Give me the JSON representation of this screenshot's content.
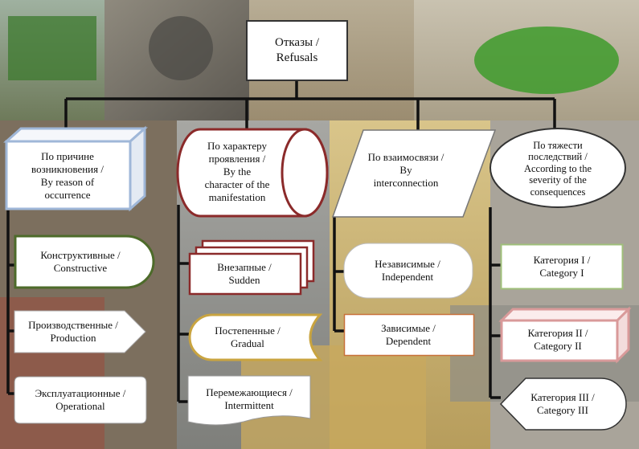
{
  "root": {
    "line1": "Отказы /",
    "line2": "Refusals"
  },
  "categories": [
    {
      "id": "cause",
      "lines": [
        "По причине",
        "возникновения /",
        "By reason of",
        "occurrence"
      ],
      "items": [
        {
          "lines": [
            "Конструктивные /",
            "Constructive"
          ]
        },
        {
          "lines": [
            "Производственные /",
            "Production"
          ]
        },
        {
          "lines": [
            "Эксплуатационные /",
            "Operational"
          ]
        }
      ]
    },
    {
      "id": "character",
      "lines": [
        "По характеру",
        "проявления /",
        "By the",
        "character of the",
        "manifestation"
      ],
      "items": [
        {
          "lines": [
            "Внезапные /",
            "Sudden"
          ]
        },
        {
          "lines": [
            "Постепенные /",
            "Gradual"
          ]
        },
        {
          "lines": [
            "Перемежающиеся /",
            "Intermittent"
          ]
        }
      ]
    },
    {
      "id": "interconnection",
      "lines": [
        "По взаимосвязи /",
        "By",
        "interconnection"
      ],
      "items": [
        {
          "lines": [
            "Независимые /",
            "Independent"
          ]
        },
        {
          "lines": [
            "Зависимые /",
            "Dependent"
          ]
        }
      ]
    },
    {
      "id": "severity",
      "lines": [
        "По тяжести",
        "последствий /",
        "According to the",
        "severity of the",
        "consequences"
      ],
      "items": [
        {
          "lines": [
            "Категория I /",
            "Category I"
          ]
        },
        {
          "lines": [
            "Категория II /",
            "Category II"
          ]
        },
        {
          "lines": [
            "Категория III /",
            "Category III"
          ]
        }
      ]
    }
  ],
  "colors": {
    "connector": "#111111",
    "cube_border": "#9fb7d8",
    "cylinder_border": "#8b2a2a",
    "green_border": "#4d6b2a",
    "pink_border": "#d99a9a",
    "gold_border": "#c9a440",
    "orange_border": "#c8703a"
  }
}
